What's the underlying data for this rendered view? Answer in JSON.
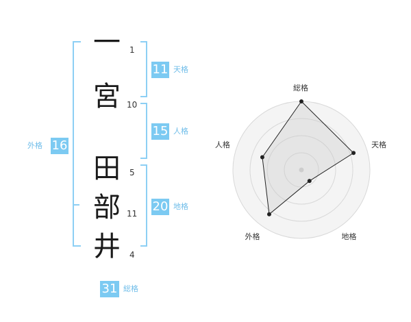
{
  "name": {
    "characters": [
      {
        "char": "一",
        "strokes": "1"
      },
      {
        "char": "宮",
        "strokes": "10"
      },
      {
        "char": "田",
        "strokes": "5"
      },
      {
        "char": "部",
        "strokes": "11"
      },
      {
        "char": "井",
        "strokes": "4"
      }
    ]
  },
  "kakusu": {
    "tenkaku": {
      "value": "11",
      "label": "天格"
    },
    "jinkaku": {
      "value": "15",
      "label": "人格"
    },
    "chikaku": {
      "value": "20",
      "label": "地格"
    },
    "gaikaku": {
      "value": "16",
      "label": "外格"
    },
    "soukaku": {
      "value": "31",
      "label": "総格"
    }
  },
  "colors": {
    "accent": "#7ccaf2",
    "bracket": "#8ccff4",
    "label": "#6fbde9",
    "text": "#1a1a1a"
  },
  "chart_data": {
    "type": "radar",
    "axes": [
      "総格",
      "天格",
      "地格",
      "外格",
      "人格"
    ],
    "values": [
      5,
      4,
      1,
      4,
      3
    ],
    "range": [
      0,
      5
    ],
    "rings": 4
  }
}
